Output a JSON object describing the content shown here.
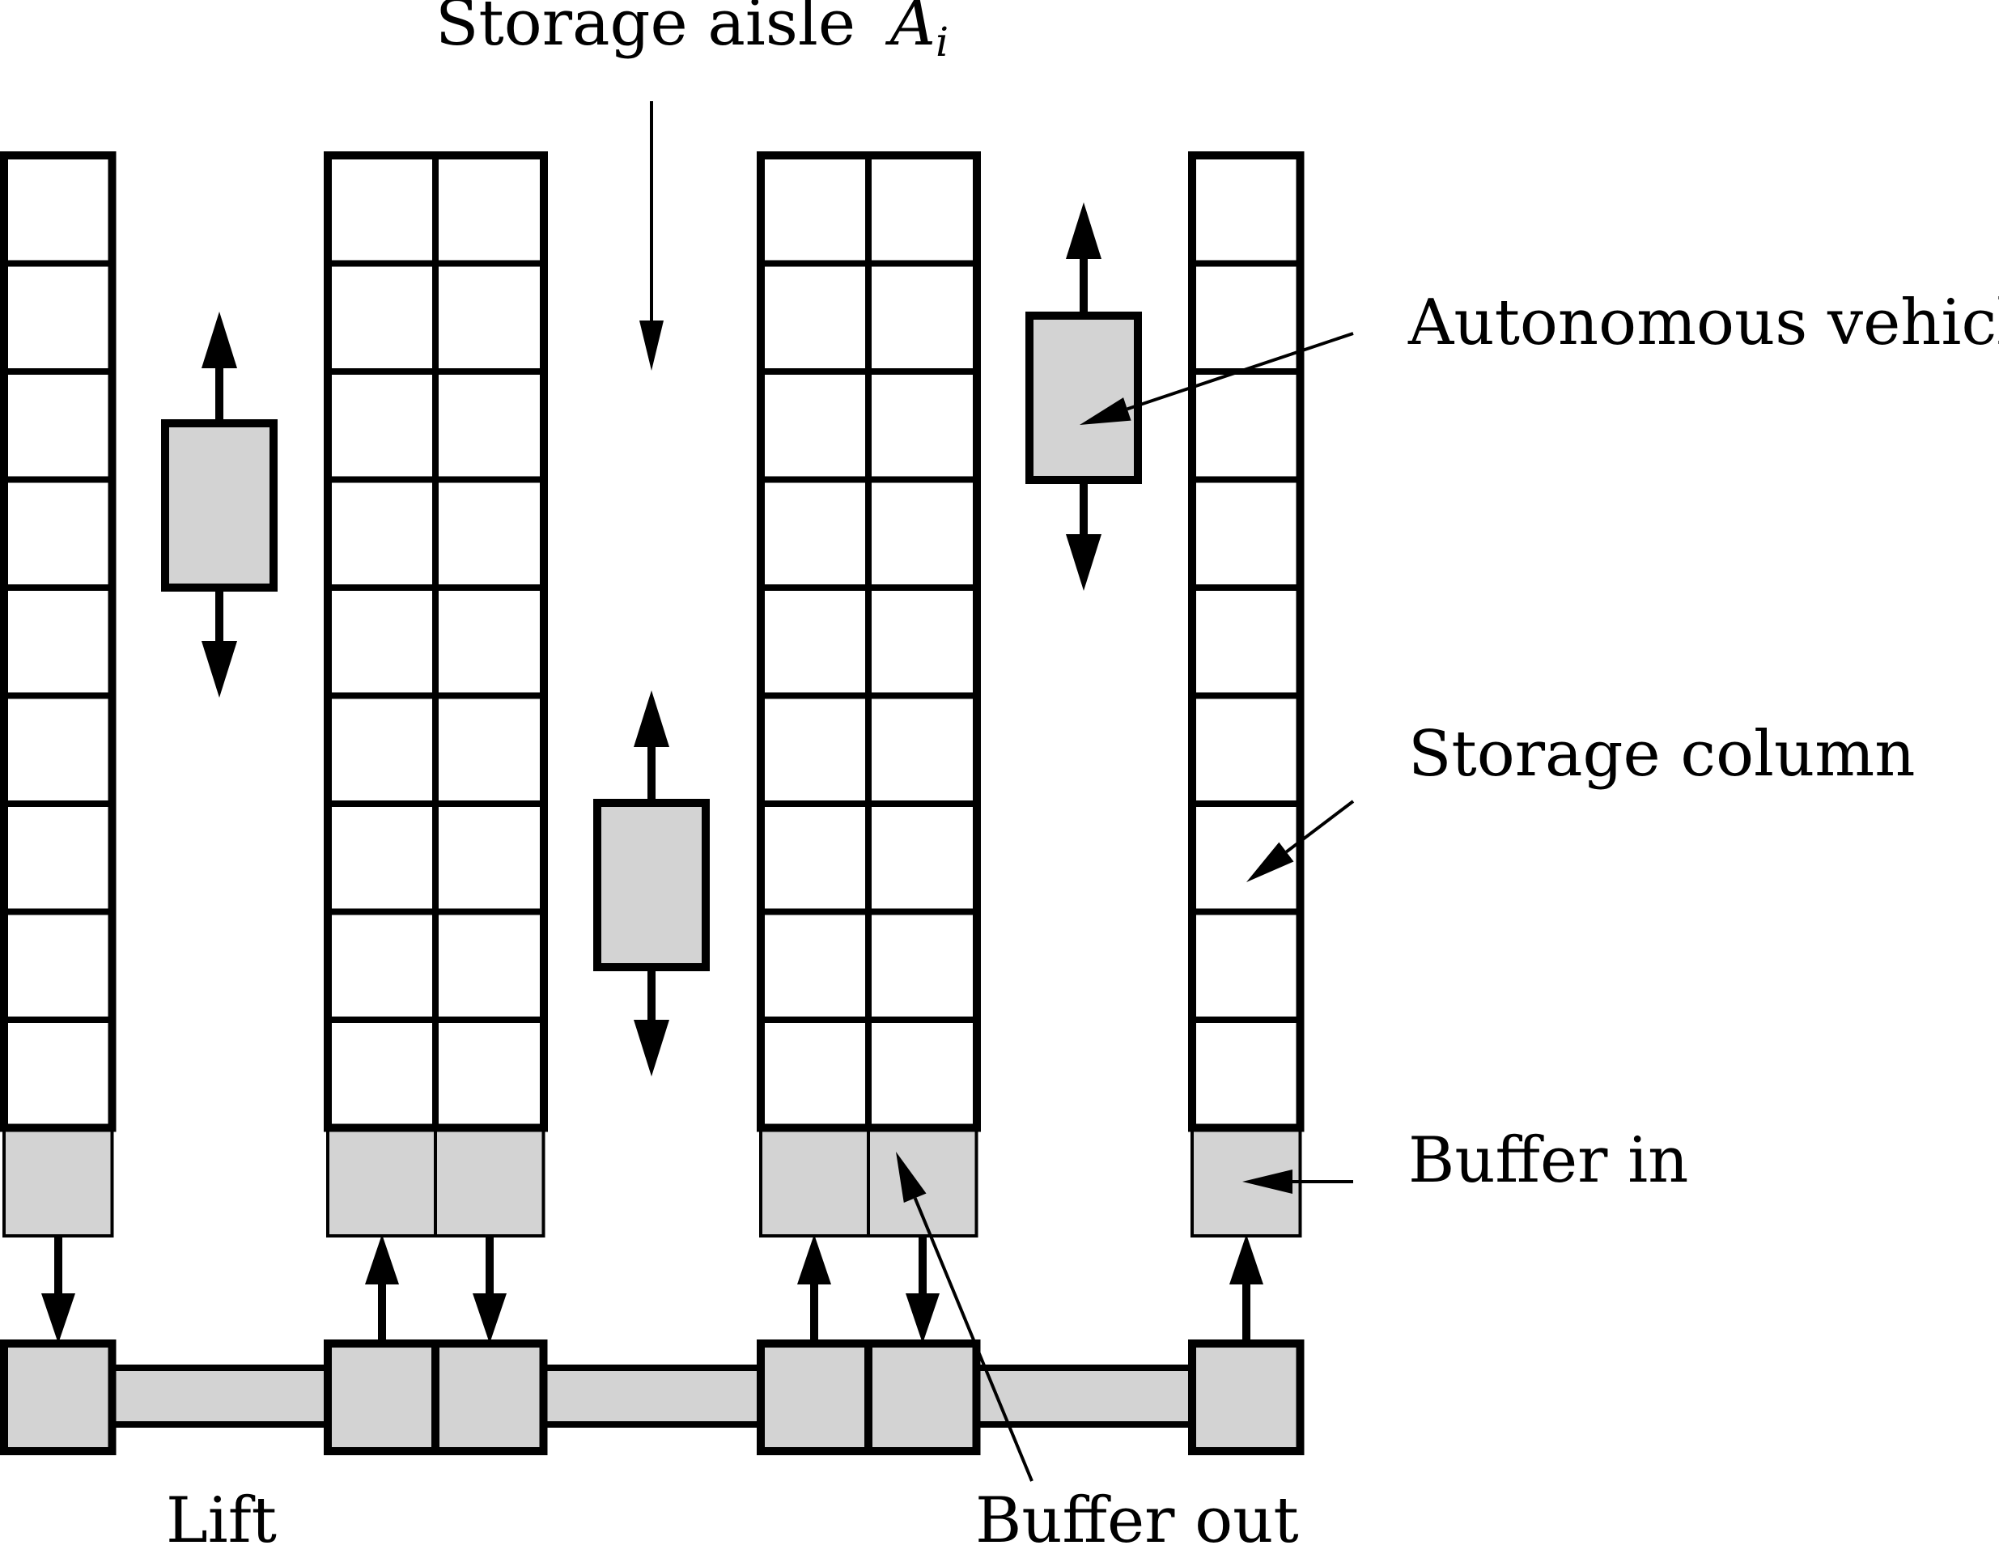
{
  "labels": {
    "storage_aisle": "Storage aisle",
    "aisle_symbol": "A",
    "aisle_subscript": "i",
    "autonomous_vehicle": "Autonomous vehicle",
    "storage_column": "Storage column",
    "buffer_in": "Buffer in",
    "lift": "Lift",
    "buffer_out": "Buffer out"
  },
  "structure": {
    "storage_cells_per_column": 9,
    "buffer_cells_per_column": 1,
    "column_groups": [
      1,
      2,
      2,
      1
    ],
    "vehicles": 3
  },
  "colors": {
    "line": "#000000",
    "fill_gray": "#d3d3d3",
    "background": "#ffffff"
  }
}
